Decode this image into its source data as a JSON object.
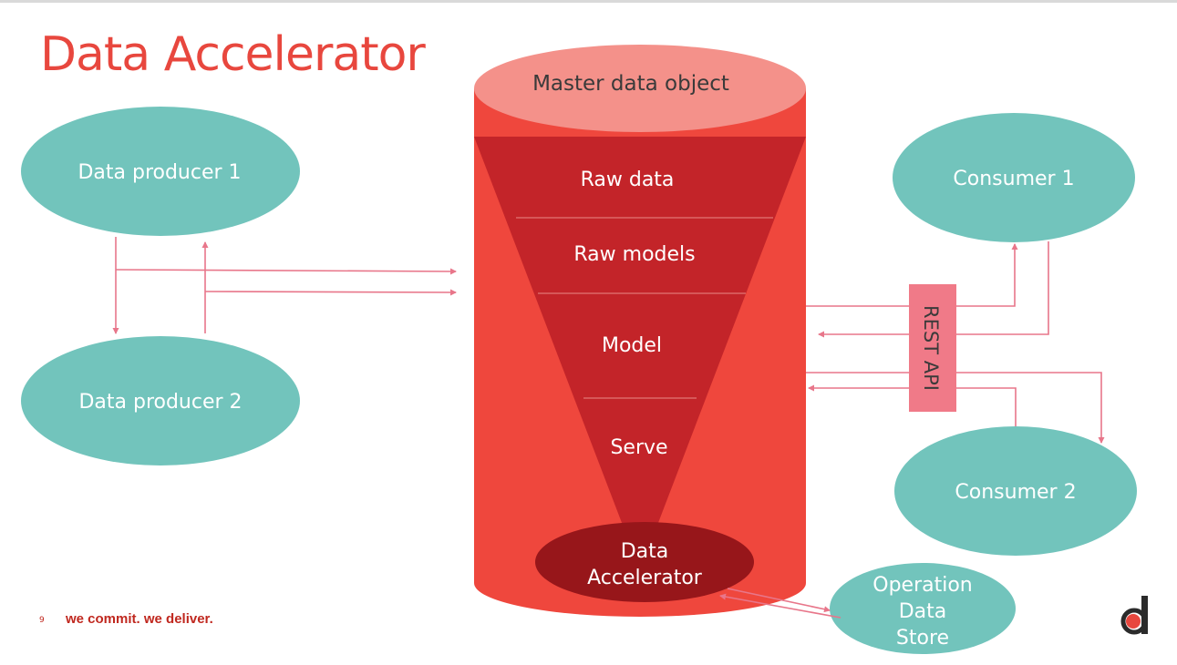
{
  "title": "Data Accelerator",
  "producers": [
    {
      "label": "Data producer 1"
    },
    {
      "label": "Data producer 2"
    }
  ],
  "cylinder": {
    "top_label": "Master data object",
    "layers": [
      "Raw data",
      "Raw models",
      "Model",
      "Serve"
    ],
    "core_label_lines": [
      "Data",
      "Accelerator"
    ]
  },
  "consumers": [
    {
      "label": "Consumer 1"
    },
    {
      "label": "Consumer 2"
    }
  ],
  "api_label": "REST API",
  "ods_label_lines": [
    "Operation",
    "Data",
    "Store"
  ],
  "footer": {
    "page_number": "9",
    "tagline": "we commit. we deliver."
  },
  "colors": {
    "title": "#e8473e",
    "ellipse": "#72c4bc",
    "cylinder": "#ef473d",
    "cylinder_top": "#f4918a",
    "funnel": "#c32429",
    "core": "#97161a",
    "api_box": "#f07a88",
    "arrow": "#e8768a",
    "logo_dark": "#2b2b2b",
    "logo_red": "#e8473e"
  }
}
